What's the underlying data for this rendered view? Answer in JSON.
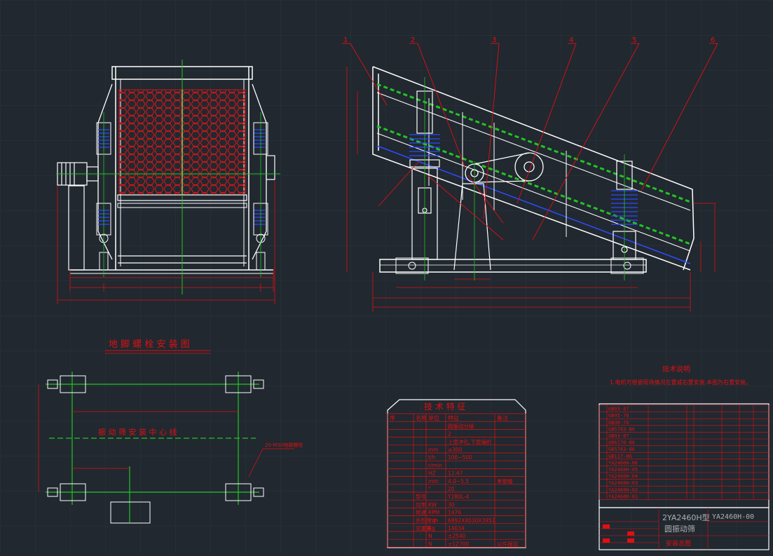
{
  "colors": {
    "background": "#212830",
    "grid": "#2b333c",
    "frame": "#ffffff",
    "dimension": "#e01010",
    "centerline": "#22c422",
    "mesh": "#c41818",
    "spring": "#2a4cff",
    "table_text": "#f0e0a0",
    "grey_text": "#b0b0b0"
  },
  "side_view": {
    "callouts": [
      "1",
      "2",
      "3",
      "4",
      "5",
      "6"
    ]
  },
  "bolt_plan": {
    "title": "地 脚 螺 栓 安 装 图",
    "center_label": "振 动 筛 安 装 中 心 线",
    "bolt_note": "20-M30地脚螺栓"
  },
  "tech_notes": {
    "title": "技术说明",
    "line1": "1.电机可根据现场情况左置或右置安装,本图为右置安装。"
  },
  "spec_table": {
    "title": "技 术 特 征",
    "header": [
      "序",
      "名称",
      "单位",
      "特征",
      "备注"
    ],
    "rows": [
      [
        "",
        "",
        "",
        "圆振动分级",
        ""
      ],
      [
        "",
        "",
        "",
        "2",
        ""
      ],
      [
        "",
        "",
        "",
        "上层冲孔,下层编织",
        ""
      ],
      [
        "",
        "",
        "mm",
        "≤300",
        ""
      ],
      [
        "",
        "",
        "t/h",
        "100~500",
        ""
      ],
      [
        "",
        "",
        "r/min",
        "",
        ""
      ],
      [
        "",
        "",
        "HZ",
        "12.47",
        ""
      ],
      [
        "",
        "",
        "mm",
        "4.0~5.5",
        "单振幅"
      ],
      [
        "",
        "",
        "°",
        "20",
        ""
      ],
      [
        "",
        "型号",
        "",
        "Y280L-4",
        ""
      ],
      [
        "",
        "功率",
        "KW",
        "30",
        ""
      ],
      [
        "",
        "转速",
        "RPM",
        "1476",
        ""
      ],
      [
        "",
        "外形尺寸",
        "mm",
        "6892X4030X3951",
        ""
      ],
      [
        "",
        "总重量",
        "Kg",
        "14034",
        ""
      ],
      [
        "",
        "",
        "N",
        "±2540",
        ""
      ],
      [
        "",
        "",
        "N",
        "±12700",
        "以件振动"
      ]
    ]
  },
  "parts_list": {
    "title_box": {
      "model": "2YA2460H型",
      "name": "圆振动筛",
      "drawing_no": "YA2460H-00",
      "sheet": "安装总图"
    },
    "codes": [
      "GB93-87",
      "GB95-76",
      "GB30-76",
      "GB5783-86",
      "GB93-87",
      "GB6170-86",
      "GB5783-86",
      "GB117-86",
      "YA2460H-06",
      "YA2460H-05",
      "YA2460H-04",
      "YA2460H-03",
      "YA2460H-02",
      "YA2460H-01"
    ]
  }
}
